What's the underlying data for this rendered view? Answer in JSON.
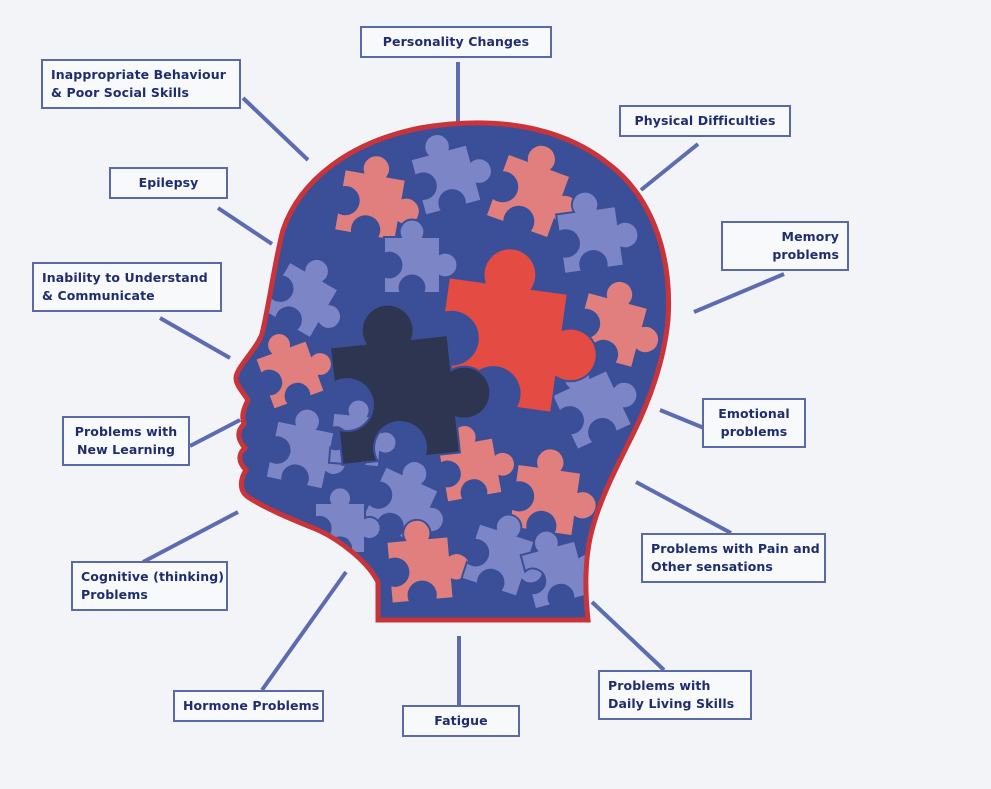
{
  "diagram": {
    "colors": {
      "outline": "#c8343a",
      "head_fill": "#3a4f98",
      "connector": "#5d6cb0",
      "piece_pink": "#e07f7e",
      "piece_lilac": "#7c86c7",
      "piece_red": "#e34b43",
      "piece_navy": "#2e3550",
      "box_border": "#5a6aa8",
      "text": "#1f2d6e"
    },
    "labels": {
      "personality": [
        "Personality Changes"
      ],
      "inappropriate": [
        "Inappropriate Behaviour",
        "& Poor Social Skills"
      ],
      "physical": [
        "Physical Difficulties"
      ],
      "epilepsy": [
        "Epilepsy"
      ],
      "memory": [
        "Memory",
        "problems"
      ],
      "inability": [
        "Inability to Understand",
        "& Communicate"
      ],
      "emotional": [
        "Emotional",
        "problems"
      ],
      "new_learning": [
        "Problems with",
        "New Learning"
      ],
      "pain": [
        "Problems with Pain and",
        "Other sensations"
      ],
      "cognitive": [
        "Cognitive (thinking)",
        "Problems"
      ],
      "daily_living": [
        "Problems with",
        "Daily Living Skills"
      ],
      "hormone": [
        "Hormone Problems"
      ],
      "fatigue": [
        "Fatigue"
      ]
    }
  }
}
